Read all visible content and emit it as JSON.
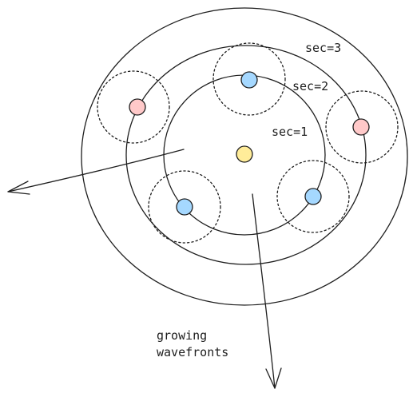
{
  "labels": {
    "ring1": "sec=1",
    "ring2": "sec=2",
    "ring3": "sec=3",
    "caption_line1": "growing",
    "caption_line2": "wavefronts"
  },
  "colors": {
    "center": "#ffec99",
    "blue": "#a5d8ff",
    "pink": "#ffc9c9",
    "stroke": "#1e1e1e"
  }
}
